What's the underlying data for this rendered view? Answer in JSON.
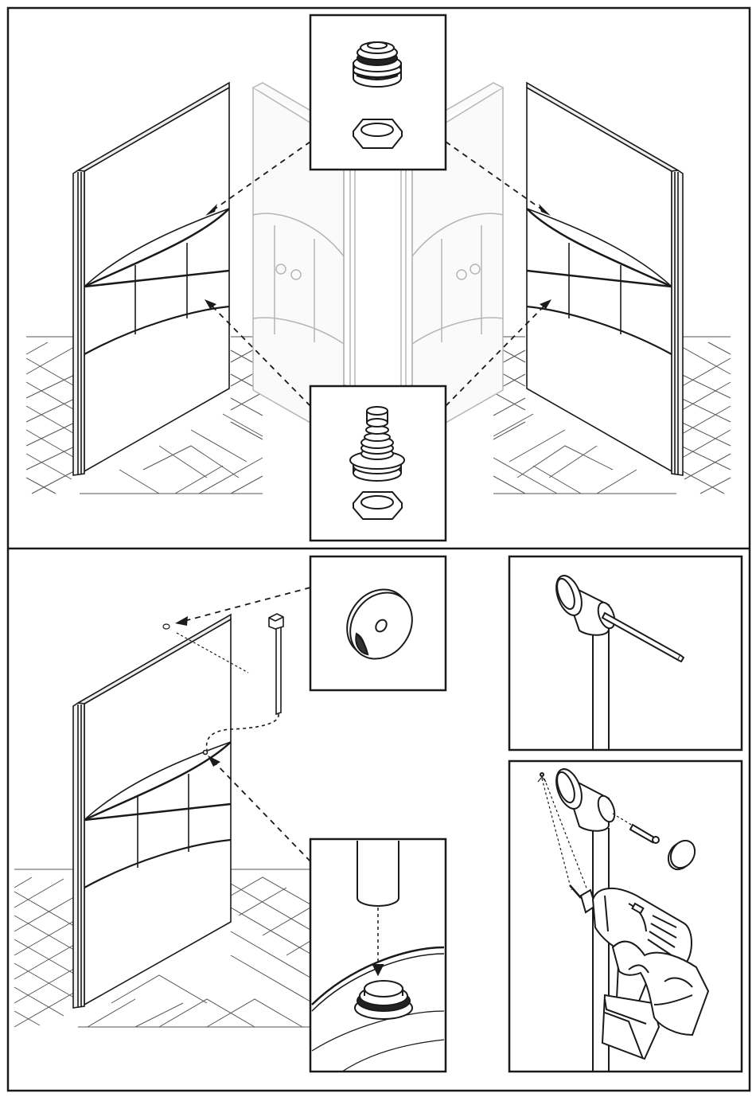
{
  "document": {
    "type": "assembly-instruction-illustration",
    "text_labels": []
  },
  "panels": {
    "top": {
      "description_visible_text": "",
      "callouts": [
        {
          "name": "threaded-fitting-with-hex-nut",
          "icon": "threaded-fitting-icon"
        },
        {
          "name": "hose-barb-fitting-with-hex-nut",
          "icon": "hose-barb-icon"
        }
      ],
      "ghost_walls": 2,
      "solid_walls": 2
    },
    "bottom": {
      "description_visible_text": "",
      "callouts": [
        {
          "name": "cap-with-adhesive-backing",
          "icon": "adhesive-cap-icon"
        },
        {
          "name": "pipe-into-fitting",
          "icon": "pipe-fitting-icon"
        },
        {
          "name": "wall-flange-with-hex-key",
          "icon": "hex-key-icon"
        },
        {
          "name": "drill-screw-and-cap",
          "icon": "power-drill-icon"
        }
      ]
    }
  },
  "colors": {
    "ink": "#1a1a1a",
    "ghost": "#b5b5b5",
    "floor": "#555555",
    "paper": "#ffffff"
  }
}
